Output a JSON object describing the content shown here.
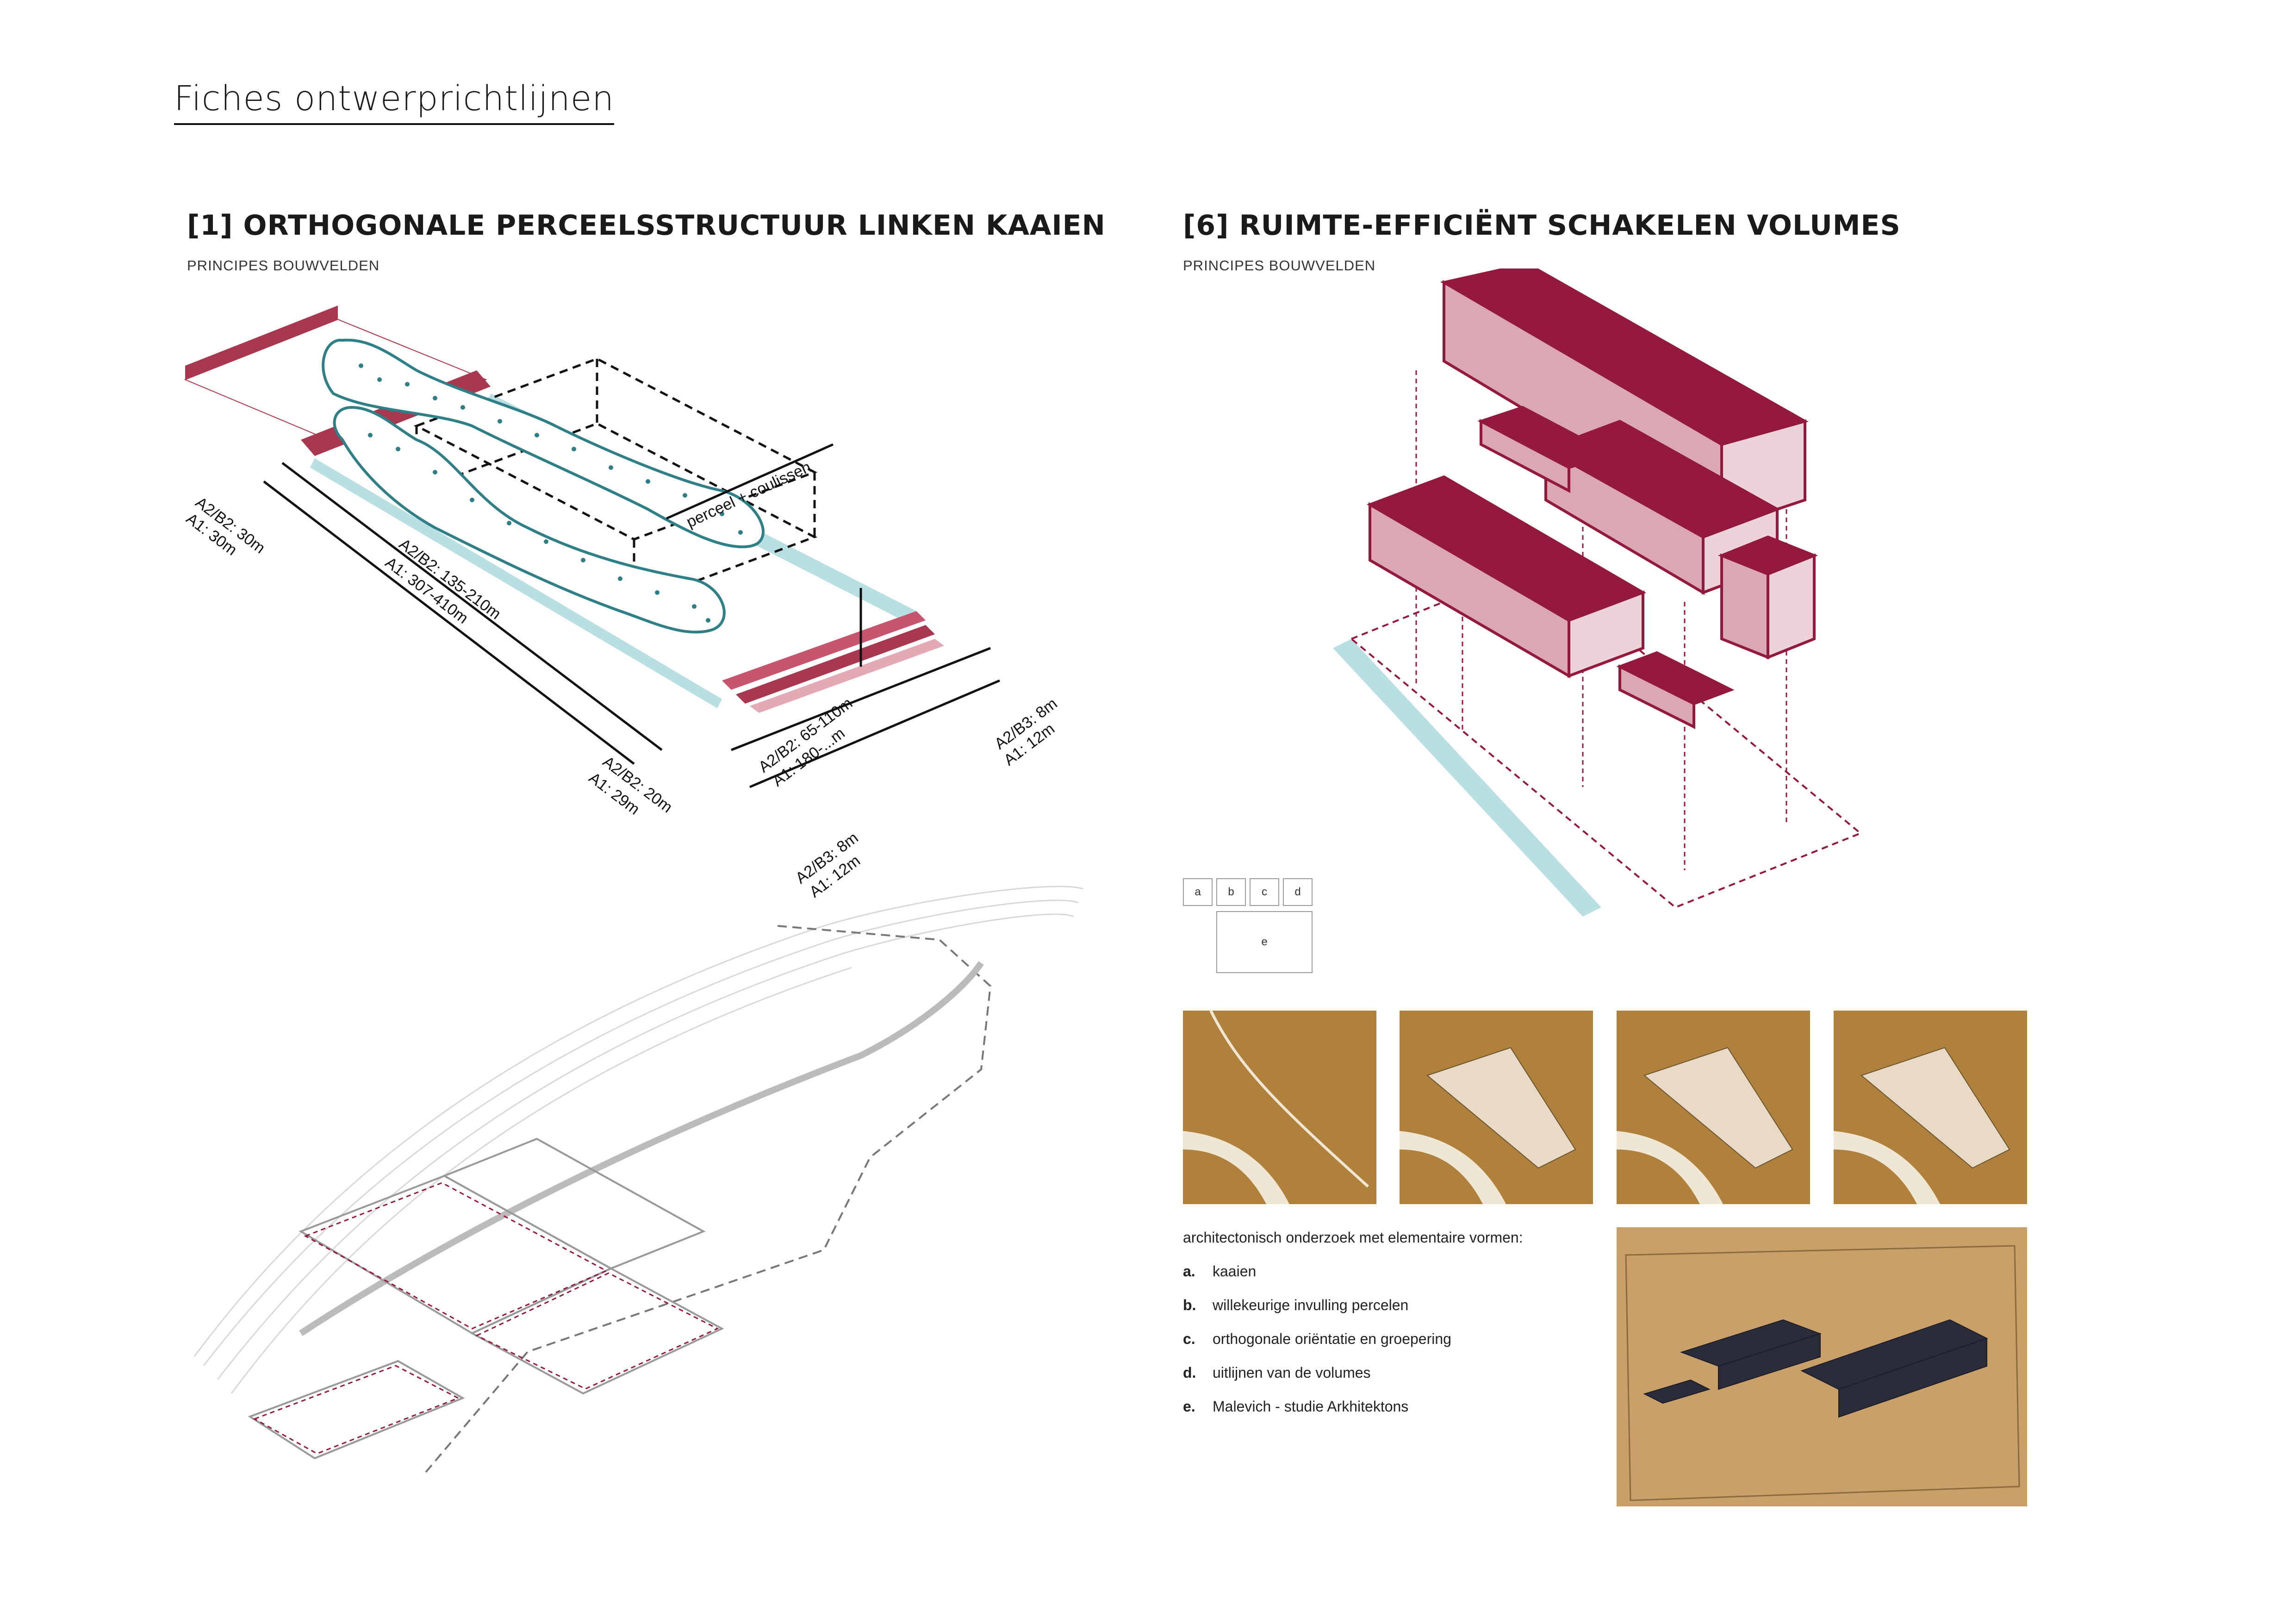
{
  "page": {
    "title": "Fiches ontwerprichtlijnen"
  },
  "left": {
    "title": "[1] ORTHOGONALE PERCEELSSTRUCTUUR LINKEN KAAIEN",
    "subtitle": "PRINCIPES BOUWVELDEN",
    "dims": {
      "d1a": "A2/B2: 30m",
      "d1b": "A1: 30m",
      "d2a": "A2/B2: 135-210m",
      "d2b": "A1: 307-410m",
      "d3a": "A2/B2: 20m",
      "d3b": "A1: 29m",
      "d4a": "A2/B2: 65-110m",
      "d4b": "A1: 180-...m",
      "d5a": "A2/B3: 8m",
      "d5b": "A1: 12m",
      "d6a": "A2/B3: 8m",
      "d6b": "A1: 12m",
      "perceel": "perceel + coulissen"
    }
  },
  "right": {
    "title": "[6] RUIMTE-EFFICIËNT SCHAKELEN VOLUMES",
    "subtitle": "PRINCIPES BOUWVELDEN",
    "legend": [
      "a",
      "b",
      "c",
      "d",
      "e"
    ],
    "intro": "architectonisch onderzoek met elementaire vormen:",
    "items": [
      {
        "letter": "a.",
        "text": "kaaien"
      },
      {
        "letter": "b.",
        "text": "willekeurige invulling percelen"
      },
      {
        "letter": "c.",
        "text": "orthogonale oriëntatie en groepering"
      },
      {
        "letter": "d.",
        "text": "uitlijnen van de volumes"
      },
      {
        "letter": "e.",
        "text": "Malevich - studie Arkhitektons"
      }
    ]
  },
  "colors": {
    "crimson": "#931a3d",
    "pink": "#dba7b2",
    "teal": "#2f7f86",
    "lightblue": "#b9dfe2",
    "ochre": "#b0813c"
  }
}
